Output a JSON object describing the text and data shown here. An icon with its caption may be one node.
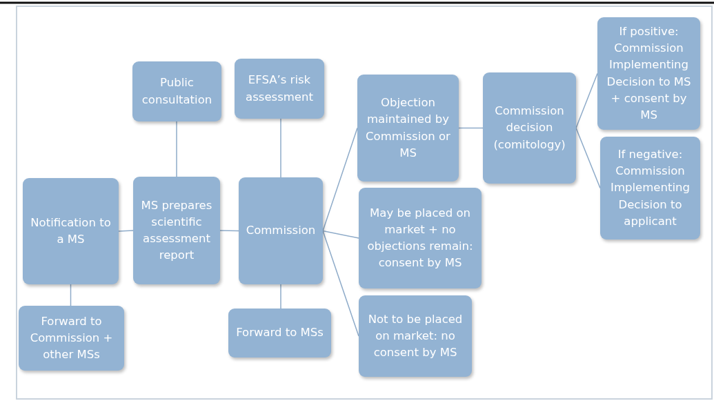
{
  "diagram": {
    "nodes": [
      {
        "text": [
          "Notification to a MS"
        ]
      },
      {
        "text": [
          "Forward to Commission + other MSs"
        ]
      },
      {
        "text": [
          "Public consultation"
        ]
      },
      {
        "text": [
          "MS prepares scientific assessment report"
        ]
      },
      {
        "text": [
          "EFSA’s risk assessment"
        ]
      },
      {
        "text": [
          "Commission"
        ]
      },
      {
        "text": [
          "Forward to MSs"
        ]
      },
      {
        "text": [
          "Objection maintained by Commission or MS"
        ]
      },
      {
        "text": [
          "May be placed on market + no objections remain: consent by MS"
        ]
      },
      {
        "text": [
          "Not to be placed on market: no consent by MS"
        ]
      },
      {
        "text": [
          "Commission decision (comitology)"
        ]
      },
      {
        "text": [
          "If positive: Commission Implementing Decision to MS + consent by MS"
        ]
      },
      {
        "text": [
          "If negative: Commission Implementing Decision to applicant"
        ]
      }
    ],
    "edges": [
      {
        "from": 0,
        "to": 1,
        "arrow": "none"
      },
      {
        "from": 0,
        "to": 3,
        "arrow": "none"
      },
      {
        "from": 2,
        "to": 3,
        "arrow": "none"
      },
      {
        "from": 3,
        "to": 5,
        "arrow": "none"
      },
      {
        "from": 4,
        "to": 5,
        "arrow": "none"
      },
      {
        "from": 5,
        "to": 6,
        "arrow": "none"
      },
      {
        "from": 5,
        "to": 7,
        "arrow": "none"
      },
      {
        "from": 5,
        "to": 8,
        "arrow": "none"
      },
      {
        "from": 5,
        "to": 9,
        "arrow": "none"
      },
      {
        "from": 7,
        "to": 10,
        "arrow": "none"
      },
      {
        "from": 10,
        "to": 11,
        "arrow": "none"
      },
      {
        "from": 10,
        "to": 12,
        "arrow": "none"
      }
    ]
  }
}
